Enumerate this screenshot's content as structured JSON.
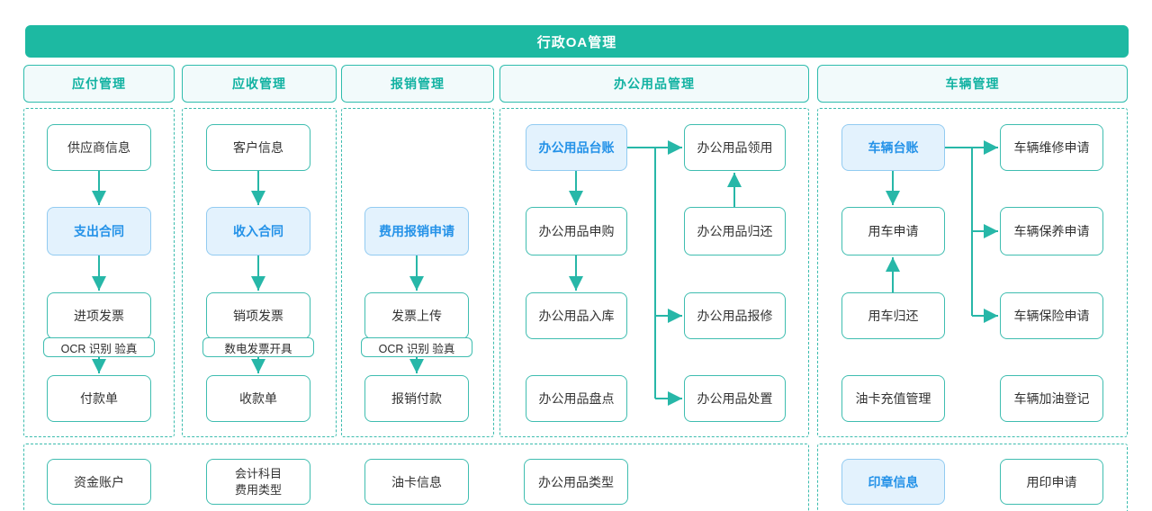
{
  "app": {
    "title": "行政OA管理"
  },
  "colors": {
    "header_bar": "#1db9a2",
    "teal_border": "#3fbdb0",
    "dashed_frame": "#3cbcae",
    "arrow": "#27b7a8",
    "section_header_text": "#12b2a2",
    "section_header_bg": "#f2fafb",
    "highlight_node_bg": "#e3f2fd",
    "highlight_node_border": "#92cbf1",
    "highlight_node_text": "#2492e8",
    "node_text": "#333333"
  },
  "sections": [
    {
      "header": "应付管理"
    },
    {
      "header": "应收管理"
    },
    {
      "header": "报销管理"
    },
    {
      "header": "办公用品管理"
    },
    {
      "header": "车辆管理"
    }
  ],
  "nodes": {
    "supplier_info": "供应商信息",
    "expense_contract": "支出合同",
    "input_invoice": "进项发票",
    "ocr_verify_1": "OCR 识别 验真",
    "payment_slip": "付款单",
    "customer_info": "客户信息",
    "income_contract": "收入合同",
    "output_invoice": "销项发票",
    "digital_invoice_issue": "数电发票开具",
    "receipt_slip": "收款单",
    "expense_claim_apply": "费用报销申请",
    "invoice_upload": "发票上传",
    "ocr_verify_2": "OCR 识别 验真",
    "claim_payment": "报销付款",
    "supplies_ledger": "办公用品台账",
    "supplies_purchase": "办公用品申购",
    "supplies_inbound": "办公用品入库",
    "supplies_stocktake": "办公用品盘点",
    "supplies_collect": "办公用品领用",
    "supplies_return": "办公用品归还",
    "supplies_repair": "办公用品报修",
    "supplies_dispose": "办公用品处置",
    "vehicle_ledger": "车辆台账",
    "vehicle_use_apply": "用车申请",
    "vehicle_use_return": "用车归还",
    "fuel_card_recharge": "油卡充值管理",
    "vehicle_repair_apply": "车辆维修申请",
    "vehicle_maintain_apply": "车辆保养申请",
    "vehicle_insurance_apply": "车辆保险申请",
    "vehicle_refuel_log": "车辆加油登记",
    "fund_account": "资金账户",
    "accounting_subject_line1": "会计科目",
    "accounting_subject_line2": "费用类型",
    "fuel_card_info": "油卡信息",
    "supplies_type": "办公用品类型",
    "seal_info": "印章信息",
    "seal_use_apply": "用印申请"
  }
}
